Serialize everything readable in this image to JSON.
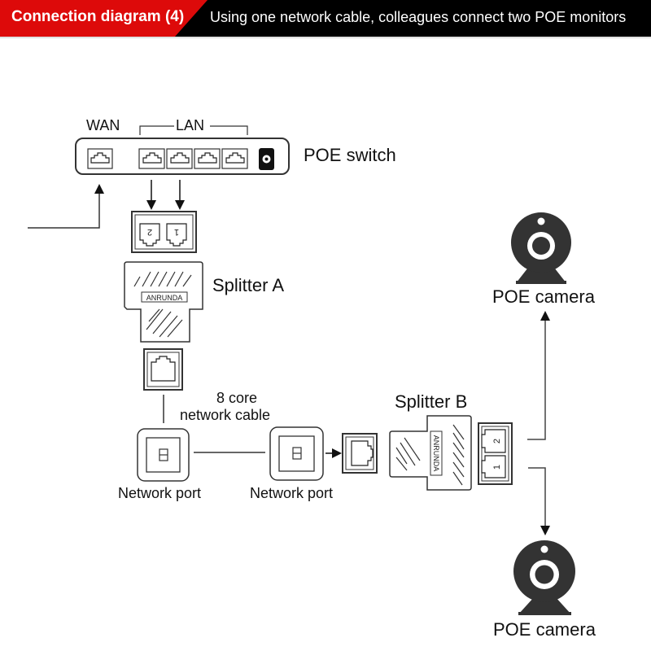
{
  "header": {
    "title": "Connection diagram (4)",
    "subtitle": "Using one network cable, colleagues connect two POE monitors",
    "accent_color": "#dd0a0a"
  },
  "switch": {
    "wan_label": "WAN",
    "lan_label": "LAN",
    "name": "POE switch",
    "lan_port_count": 4
  },
  "splitter_a": {
    "name": "Splitter A",
    "brand": "ANRUNDA",
    "ports": [
      "2",
      "1"
    ]
  },
  "cable": {
    "label_line1": "8 core",
    "label_line2": "network cable"
  },
  "network_ports": [
    {
      "label": "Network port"
    },
    {
      "label": "Network port"
    }
  ],
  "splitter_b": {
    "name": "Splitter B",
    "brand": "ANRUNDA",
    "ports": [
      "2",
      "1"
    ]
  },
  "cameras": [
    {
      "label": "POE camera"
    },
    {
      "label": "POE camera"
    }
  ]
}
